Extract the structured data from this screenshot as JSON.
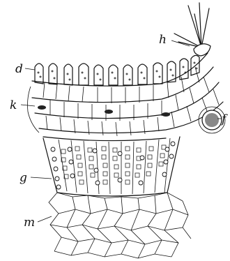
{
  "figure": {
    "labels": {
      "h": "h",
      "d": "d",
      "k": "k",
      "f": "f",
      "g": "g",
      "m": "m"
    }
  }
}
